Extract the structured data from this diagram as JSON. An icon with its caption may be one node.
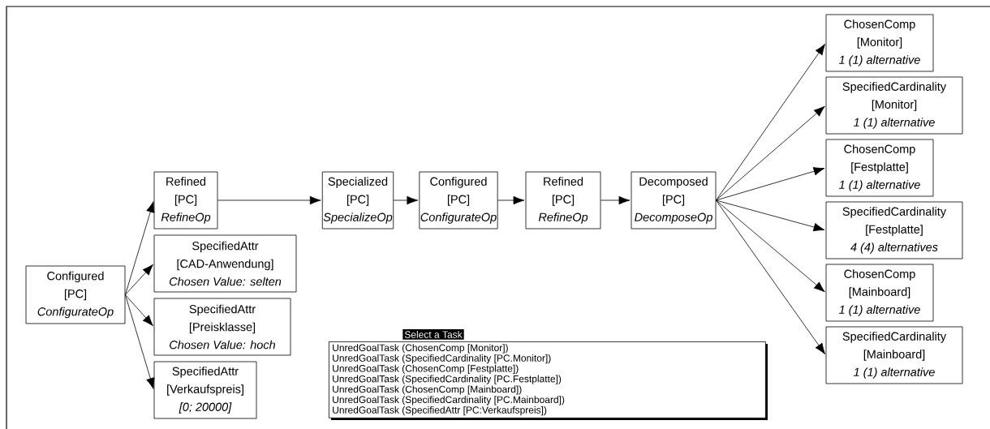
{
  "diagram": {
    "nodes": [
      {
        "text": [
          "Configured",
          "[PC]",
          "ConfigurateOp"
        ]
      },
      {
        "text": [
          "Refined",
          "[PC]",
          "RefineOp"
        ]
      },
      {
        "text": [
          "SpecifiedAttr",
          "[CAD-Anwendung]",
          "Chosen Value: selten"
        ]
      },
      {
        "text": [
          "SpecifiedAttr",
          "[Preisklasse]",
          "Chosen Value: hoch"
        ]
      },
      {
        "text": [
          "SpecifiedAttr",
          "[Verkaufspreis]",
          "[0; 20000]"
        ]
      },
      {
        "text": [
          "Specialized",
          "[PC]",
          "SpecializeOp"
        ]
      },
      {
        "text": [
          "Configured",
          "[PC]",
          "ConfigurateOp"
        ]
      },
      {
        "text": [
          "Refined",
          "[PC]",
          "RefineOp"
        ]
      },
      {
        "text": [
          "Decomposed",
          "[PC]",
          "DecomposeOp"
        ]
      },
      {
        "text": [
          "ChosenComp",
          "[Monitor]",
          "1 (1) alternative"
        ]
      },
      {
        "text": [
          "SpecifiedCardinality",
          "[Monitor]",
          "1 (1) alternative"
        ]
      },
      {
        "text": [
          "ChosenComp",
          "[Festplatte]",
          "1 (1) alternative"
        ]
      },
      {
        "text": [
          "SpecifiedCardinality",
          "[Festplatte]",
          "4 (4) alternatives"
        ]
      },
      {
        "text": [
          "ChosenComp",
          "[Mainboard]",
          "1 (1) alternative"
        ]
      },
      {
        "text": [
          "SpecifiedCardinality",
          "[Mainboard]",
          "1 (1) alternative"
        ]
      },
      {
        "text": [
          "Select a Task",
          "UnredGoalTask (ChosenComp [Monitor])",
          "UnredGoalTask (SpecifiedCardinality [PC.Monitor])",
          "UnredGoalTask (ChosenComp [Festplatte])",
          "UnredGoalTask (SpecifiedCardinality [PC.Festplatte])",
          "UnredGoalTask (ChosenComp [Mainboard])",
          "UnredGoalTask (SpecifiedCardinality [PC.Mainboard])",
          "UnredGoalTask (SpecifiedAttr [PC:Verkaufspreis])"
        ]
      }
    ],
    "edges": [
      {
        "from": 0,
        "to": 1,
        "arrow": "to"
      },
      {
        "from": 0,
        "to": 2,
        "arrow": "to"
      },
      {
        "from": 0,
        "to": 3,
        "arrow": "to"
      },
      {
        "from": 0,
        "to": 4,
        "arrow": "to"
      },
      {
        "from": 1,
        "to": 5,
        "arrow": "to"
      },
      {
        "from": 5,
        "to": 6,
        "arrow": "to"
      },
      {
        "from": 6,
        "to": 7,
        "arrow": "to"
      },
      {
        "from": 7,
        "to": 8,
        "arrow": "to"
      },
      {
        "from": 8,
        "to": 9,
        "arrow": "to"
      },
      {
        "from": 8,
        "to": 10,
        "arrow": "to"
      },
      {
        "from": 8,
        "to": 11,
        "arrow": "to"
      },
      {
        "from": 8,
        "to": 12,
        "arrow": "to"
      },
      {
        "from": 8,
        "to": 13,
        "arrow": "to"
      },
      {
        "from": 8,
        "to": 14,
        "arrow": "to"
      }
    ]
  }
}
